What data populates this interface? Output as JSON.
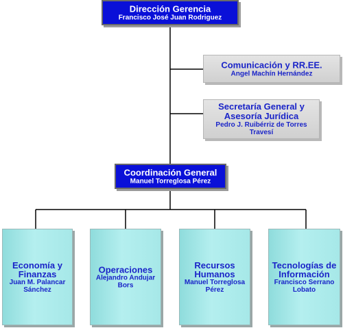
{
  "chart": {
    "top": {
      "title": "Dirección Gerencia",
      "subtitle": "Francisco José Juan Rodriguez"
    },
    "staff": [
      {
        "title": "Comunicación y RR.EE.",
        "subtitle": "Angel Machín Hernández"
      },
      {
        "title": "Secretaría General y Asesoría Jurídica",
        "subtitle": "Pedro J. Ruibérriz de Torres Travesí"
      }
    ],
    "coordination": {
      "title": "Coordinación General",
      "subtitle": "Manuel Torreglosa Pérez"
    },
    "departments": [
      {
        "title": "Economía y Finanzas",
        "subtitle": "Juan M. Palancar Sánchez"
      },
      {
        "title": "Operaciones",
        "subtitle": "Alejandro Andujar Bors"
      },
      {
        "title": "Recursos Humanos",
        "subtitle": "Manuel Torreglosa Pérez"
      },
      {
        "title": "Tecnologías de Información",
        "subtitle": "Francisco Serrano Lobato"
      }
    ]
  },
  "colors": {
    "executive_box": "#0a10d8",
    "staff_box": "#d8d8d8",
    "department_box": "#a6e8e8",
    "label_text": "#1a24c8",
    "connector": "#000000"
  }
}
